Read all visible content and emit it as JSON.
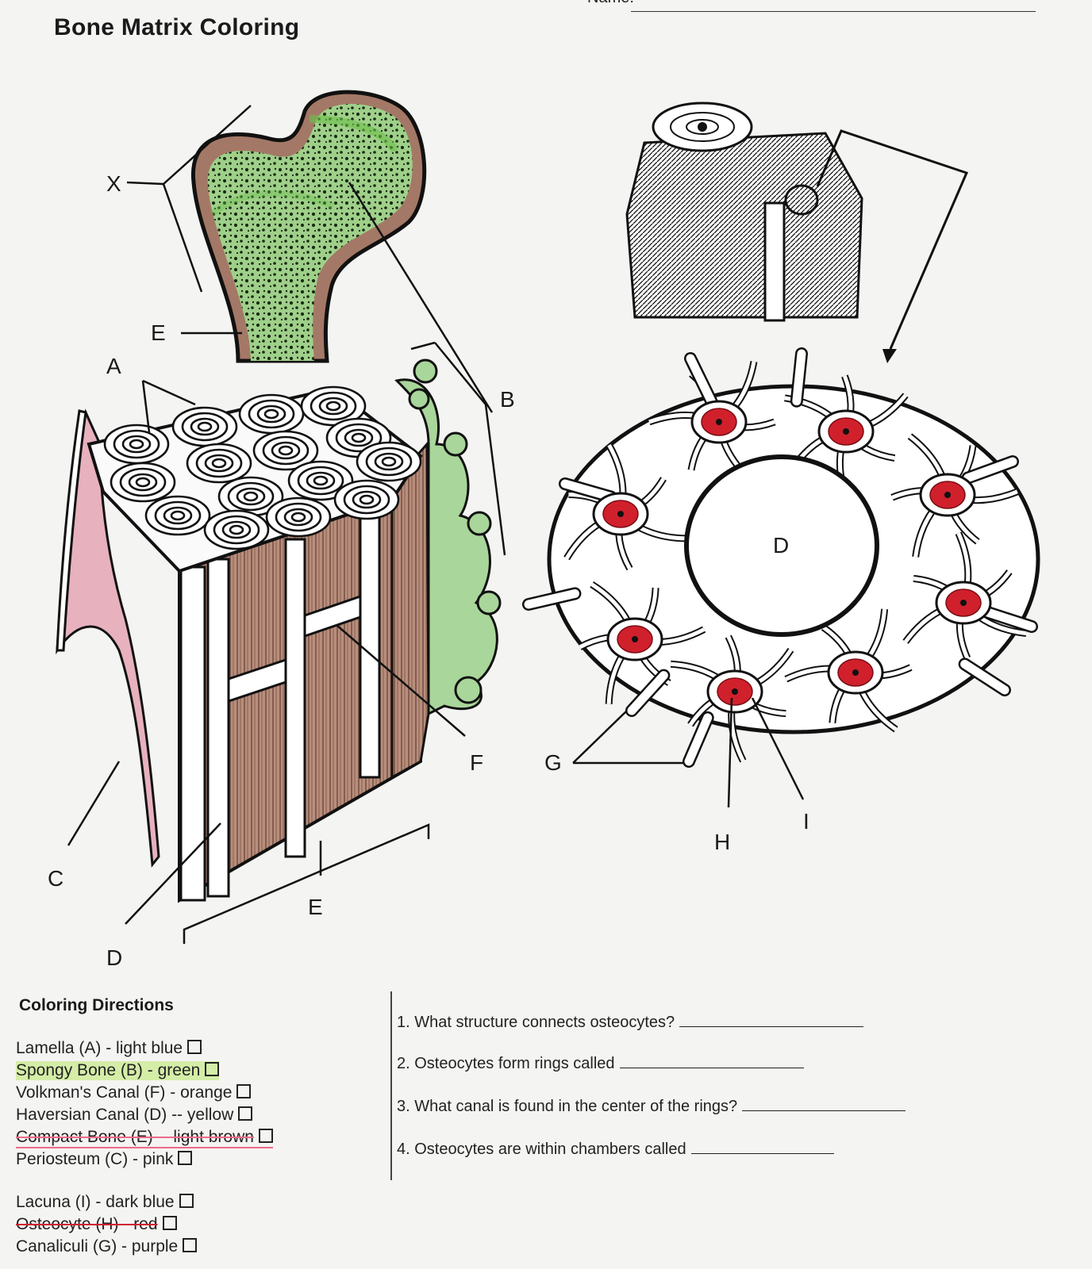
{
  "worksheet": {
    "title": "Bone Matrix Coloring",
    "name_label": "Name:"
  },
  "diagram_labels": {
    "X": "X",
    "E_top": "E",
    "A": "A",
    "B": "B",
    "C": "C",
    "D_left": "D",
    "E_bottom": "E",
    "F": "F",
    "G": "G",
    "H": "H",
    "I": "I",
    "D_center": "D"
  },
  "coloring_directions": {
    "heading": "Coloring Directions",
    "items": [
      {
        "text": "Lamella (A) - light blue"
      },
      {
        "text": "Spongy Bone (B) - green"
      },
      {
        "text": "Volkman's Canal (F) - orange"
      },
      {
        "text": "Haversian Canal (D) -- yellow"
      },
      {
        "text": "Compact Bone (E) -- light brown"
      },
      {
        "text": "Periosteum (C) - pink"
      },
      {
        "text": "Lacuna (I) - dark blue"
      },
      {
        "text": "Osteocyte (H) - red"
      },
      {
        "text": "Canaliculi (G) - purple"
      }
    ]
  },
  "questions": [
    {
      "text": "1. What structure connects osteocytes?"
    },
    {
      "text": "2. Osteocytes form rings called"
    },
    {
      "text": "3. What canal is found in the center of the rings?"
    },
    {
      "text": "4. Osteocytes are within chambers called"
    }
  ],
  "colors": {
    "spongy_green": "#8fc97a",
    "compact_brown": "#9a6a55",
    "periosteum_pink": "#e8a9b4",
    "osteocyte_red": "#d0202c",
    "highlight_green": "#b9e86a",
    "highlight_pink": "#ef6a8a",
    "ink": "#141414"
  }
}
